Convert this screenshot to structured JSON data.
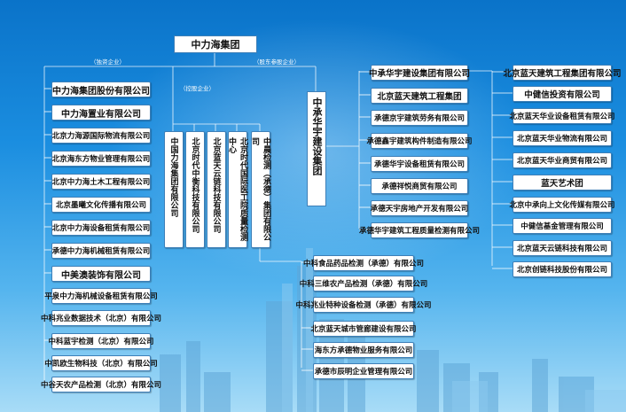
{
  "title": "中力海集团",
  "captions": {
    "wholly_owned": "（独资企业）",
    "holding": "（控股企业）",
    "participating": "（股东参股企业）"
  },
  "left_column": [
    "中力海集团股份有限公司",
    "中力海置业有限公司",
    "北京力海源国际物流有限公司",
    "北京海东方物业管理有限公司",
    "北京中力海土木工程有限公司",
    "北京墨曦文化传播有限公司",
    "北京中力海设备租赁有限公司",
    "承德中力海机械租赁有限公司",
    "中美澳装饰有限公司",
    "平泉中力海机械设备租赁有限公司",
    "中科兆业数据技术（北京）有限公司",
    "中科蓝宇检测（北京）有限公司",
    "中凯欧生物科技（北京）有限公司",
    "中谷天农产品检测（北京）有限公司"
  ],
  "holding_column": [
    "中国力海集团有限公司",
    "北京时代中衡科技有限公司",
    "北京蓝天云链科技有限公司",
    "北京时代国际医工院质量检测中心",
    "中晨检测（承德）集团有限公司"
  ],
  "group2_name": "中承华宇建设集团",
  "mid_column": [
    "中承华宇建设集团有限公司",
    "北京蓝天建筑工程集团",
    "承德京宇建筑劳务有限公司",
    "承德鑫宇建筑构件制造有限公司",
    "承德华宇设备租赁有限公司",
    "承德祥悦商贸有限公司",
    "承德天宇房地产开发有限公司",
    "承德华宇建筑工程质量检测有限公司"
  ],
  "right_column": [
    "北京蓝天建筑工程集团有限公司",
    "中健信投资有限公司",
    "北京蓝天华业设备租赁有限公司",
    "北京蓝天华业物流有限公司",
    "北京蓝天华业商贸有限公司",
    "蓝天艺术团",
    "北京中承向上文化传媒有限公司",
    "中健信基金管理有限公司",
    "北京蓝天云链科技有限公司",
    "北京创链科技股份有限公司"
  ],
  "sub_column": [
    "中科食品药品检测（承德）有限公司",
    "中科三维农产品检测（承德）有限公司",
    "中科兆业特种设备检测（承德）有限公司",
    "北京蓝天城市管廊建设有限公司",
    "海东方承德物业服务有限公司",
    "承德市辰明企业管理有限公司"
  ]
}
